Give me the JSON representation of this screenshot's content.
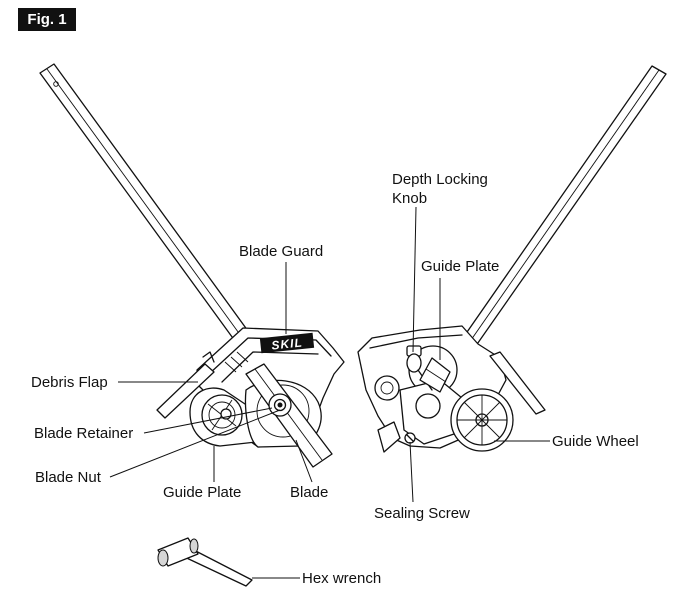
{
  "figure_label": "Fig. 1",
  "brand_text": "SKIL",
  "labels": {
    "blade_guard": "Blade Guard",
    "debris_flap": "Debris Flap",
    "blade_retainer": "Blade Retainer",
    "blade_nut": "Blade Nut",
    "guide_plate_left": "Guide Plate",
    "blade": "Blade",
    "depth_locking_knob_line1": "Depth Locking",
    "depth_locking_knob_line2": "Knob",
    "guide_plate_right": "Guide Plate",
    "guide_wheel": "Guide Wheel",
    "sealing_screw": "Sealing Screw",
    "hex_wrench": "Hex wrench"
  }
}
